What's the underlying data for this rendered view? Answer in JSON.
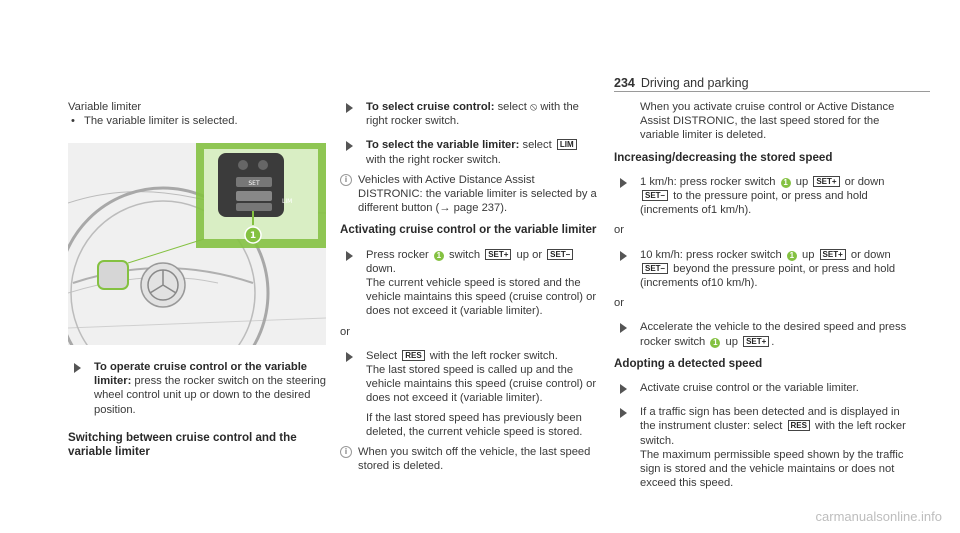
{
  "header": {
    "page_number": "234",
    "title": "Driving and parking"
  },
  "col1": {
    "p1": "Variable limiter",
    "b1": "The variable limiter is selected.",
    "step1_bold": "To operate cruise control or the variable limiter:",
    "step1_text": " press the rocker switch on the steering wheel control unit up or down to the desired position.",
    "heading1": "Switching between cruise control and the variable limiter"
  },
  "col2": {
    "s1_bold": "To select cruise control:",
    "s1_a": " select ",
    "s1_b": " with the right rocker switch.",
    "s2_bold": "To select the variable limiter:",
    "s2_a": " select ",
    "s2_b": " with the right rocker switch.",
    "n1_a": "Vehicles with Active Distance Assist DISTRONIC: the variable limiter is selected by a different button (",
    "n1_arrow": "→",
    "n1_b": " page 237).",
    "heading2": "Activating cruise control or the variable limiter",
    "s3_a": "Press rocker ",
    "s3_b": " switch ",
    "s3_c": " up or ",
    "s3_d": " down.",
    "s3_e": "The current vehicle speed is stored and the vehicle maintains this speed (cruise control) or does not exceed it (variable limiter).",
    "or1": "or",
    "s4_a": "Select ",
    "s4_b": " with the left rocker switch.",
    "s4_c": "The last stored speed is called up and the vehicle maintains this speed (cruise control) or does not exceed it (variable limiter).",
    "s4_d": "If the last stored speed has previously been deleted, the current vehicle speed is stored.",
    "n2": "When you switch off the vehicle, the last speed stored is deleted."
  },
  "col3": {
    "p0": "When you activate cruise control or Active Distance Assist DISTRONIC, the last speed stored for the variable limiter is deleted.",
    "heading3": "Increasing/decreasing the stored speed",
    "s5_a": "1 km/h: press rocker switch ",
    "s5_b": " up ",
    "s5_c": " or down ",
    "s5_d": " to the pressure point, or press and hold (increments of1 km/h).",
    "or2": "or",
    "s6_a": "10 km/h: press rocker switch ",
    "s6_b": " up ",
    "s6_c": " or down ",
    "s6_d": " beyond the pressure point, or press and hold (increments of10 km/h).",
    "or3": "or",
    "s7_a": "Accelerate the vehicle to the desired speed and press rocker switch ",
    "s7_b": " up ",
    "s7_c": ".",
    "heading4": "Adopting a detected speed",
    "s8": "Activate cruise control or the variable limiter.",
    "s9_a": "If a traffic sign has been detected and is displayed in the instrument cluster: select ",
    "s9_b": " with the left rocker switch.",
    "s9_c": "The maximum permissible speed shown by the traffic sign is stored and the vehicle maintains or does not exceed this speed."
  },
  "keys": {
    "set_up": "SET+",
    "set_down": "SET–",
    "lim": "LIM",
    "res": "RES",
    "cruise": "⦸",
    "callout": "1"
  },
  "figure": {
    "callout": "1",
    "knob_label": "SET",
    "lim_label": "LIM"
  },
  "watermark": "carmanualsonline.info",
  "colors": {
    "accent_green": "#84c141",
    "figure_bg": "#f3f3f3"
  }
}
